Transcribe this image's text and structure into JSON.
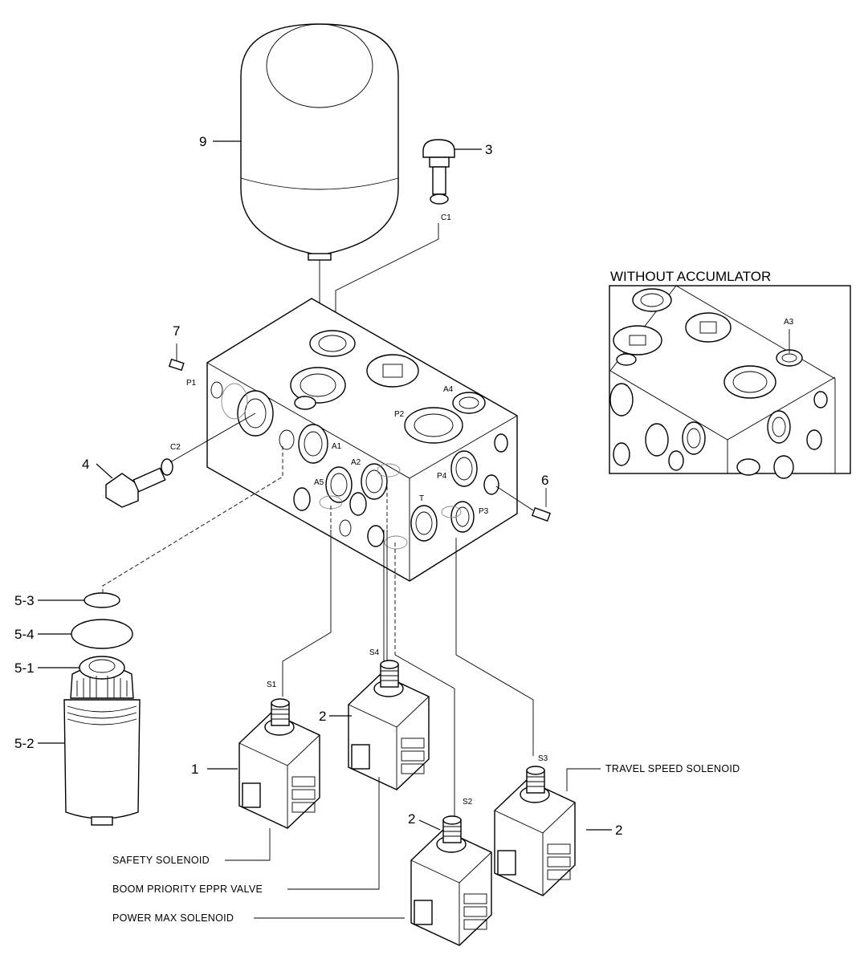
{
  "inset": {
    "title": "WITHOUT ACCUMLATOR",
    "port": "A3"
  },
  "parts": {
    "accumulator": "9",
    "plug_c1": "3",
    "plug_c2": "4",
    "plug_7": "7",
    "plug_6": "6",
    "filter_oring_small": "5-3",
    "filter_oring_large": "5-4",
    "filter_cap": "5-1",
    "filter_body": "5-2",
    "safety_solenoid": "1",
    "boom_eppr": "2",
    "power_max": "2",
    "travel_speed": "2"
  },
  "ports": {
    "c1": "C1",
    "c2": "C2",
    "p1": "P1",
    "p2": "P2",
    "p3": "P3",
    "p4": "P4",
    "a1": "A1",
    "a2": "A2",
    "a4": "A4",
    "a5": "A5",
    "t": "T",
    "s1": "S1",
    "s2": "S2",
    "s3": "S3",
    "s4": "S4"
  },
  "captions": {
    "safety": "SAFETY SOLENOID",
    "boom": "BOOM PRIORITY EPPR VALVE",
    "power": "POWER MAX SOLENOID",
    "travel": "TRAVEL SPEED SOLENOID"
  }
}
